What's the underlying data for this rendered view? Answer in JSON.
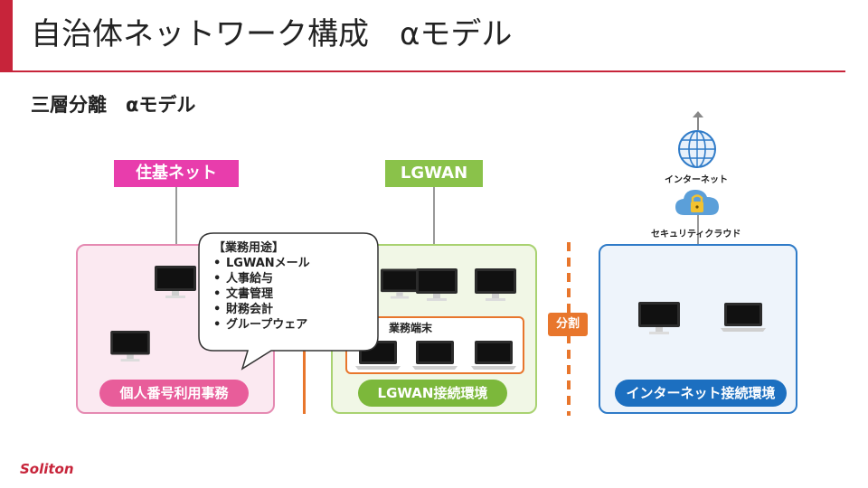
{
  "header": {
    "title": "自治体ネットワーク構成　αモデル"
  },
  "subtitle": "三層分離　αモデル",
  "networks": {
    "juki": "住基ネット",
    "lgwan": "LGWAN"
  },
  "environments": {
    "mynumber": "個人番号利用事務",
    "lgwan": "LGWAN接続環境",
    "internet": "インターネット接続環境"
  },
  "callout": {
    "heading": "【業務用途】",
    "items": [
      "LGWANメール",
      "人事給与",
      "文書管理",
      "財務会計",
      "グループウェア"
    ]
  },
  "business_terminals": "業務端末",
  "split": "分割",
  "internet_label": "インターネット",
  "cloud_label": "セキュリティクラウド",
  "logo": "Soliton",
  "colors": {
    "accent": "#c7243a",
    "pink": "#e83dac",
    "green": "#8ac24a",
    "blue": "#1c6fc0",
    "orange": "#e8762c"
  },
  "icons": [
    "monitor-icon",
    "laptop-icon",
    "globe-icon",
    "cloud-lock-icon",
    "arrow-up-icon"
  ]
}
